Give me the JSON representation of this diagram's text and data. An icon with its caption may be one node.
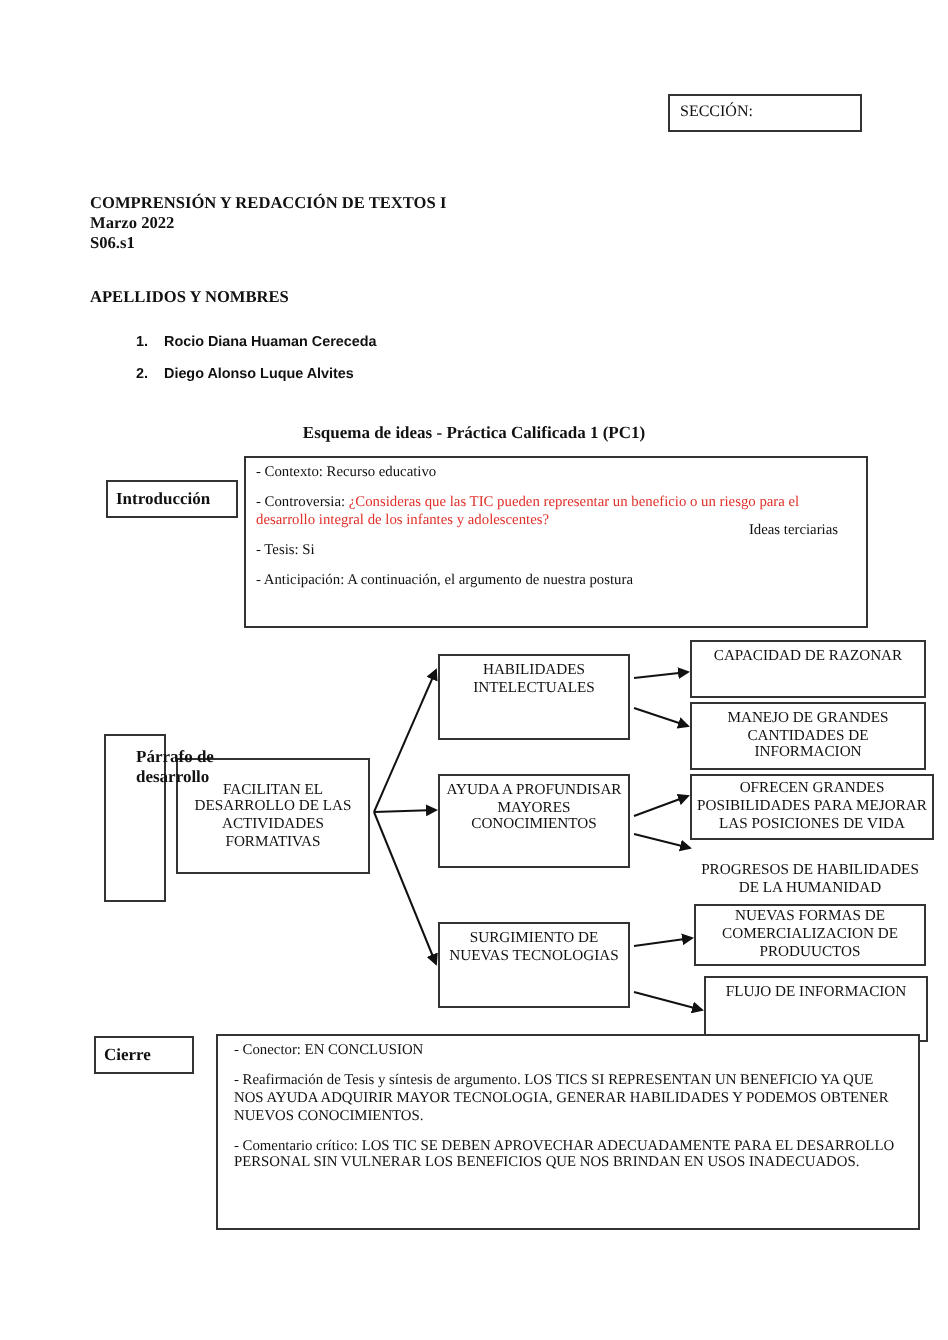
{
  "diagram": {
    "title": "Esquema de ideas - Práctica Calificada 1 (PC1)",
    "nodes": [
      {
        "text": [
          "SECCIÓN:"
        ]
      },
      {
        "text": [
          "Introducción"
        ]
      },
      {
        "text": [
          "- Contexto: Recurso educativo",
          "- Controversia:",
          "¿Consideras que las TIC pueden representar un beneficio o un riesgo para el desarrollo integral de los infantes y adolescentes?",
          "Ideas terciarias",
          "- Tesis: Si",
          "- Anticipación: A continuación, el argumento de nuestra postura"
        ]
      },
      {
        "text": [
          "Párrafo de desarrollo"
        ]
      },
      {
        "text": [
          "FACILITAN EL DESARROLLO DE LAS ACTIVIDADES FORMATIVAS"
        ]
      },
      {
        "text": [
          "HABILIDADES INTELECTUALES"
        ]
      },
      {
        "text": [
          "AYUDA A PROFUNDISAR MAYORES CONOCIMIENTOS"
        ]
      },
      {
        "text": [
          "SURGIMIENTO DE NUEVAS TECNOLOGIAS"
        ]
      },
      {
        "text": [
          "CAPACIDAD DE RAZONAR"
        ]
      },
      {
        "text": [
          "MANEJO DE GRANDES CANTIDADES DE INFORMACION"
        ]
      },
      {
        "text": [
          "OFRECEN GRANDES POSIBILIDADES PARA MEJORAR LAS POSICIONES DE VIDA"
        ]
      },
      {
        "text": [
          "PROGRESOS DE HABILIDADES DE LA HUMANIDAD"
        ]
      },
      {
        "text": [
          "NUEVAS FORMAS DE COMERCIALIZACION DE PRODUUCTOS"
        ]
      },
      {
        "text": [
          "FLUJO DE INFORMACION"
        ]
      },
      {
        "text": [
          "Cierre"
        ]
      },
      {
        "text": [
          "- Conector: EN CONCLUSION",
          "- Reafirmación de Tesis y síntesis de argumento. LOS TICS SI REPRESENTAN UN BENEFICIO YA QUE NOS AYUDA ADQUIRIR MAYOR TECNOLOGIA, GENERAR HABILIDADES Y PODEMOS OBTENER NUEVOS CONOCIMIENTOS.",
          "- Comentario crítico:  LOS TIC SE DEBEN APROVECHAR ADECUADAMENTE PARA EL DESARROLLO PERSONAL SIN VULNERAR  LOS BENEFICIOS QUE NOS BRINDAN EN USOS INADECUADOS."
        ]
      }
    ],
    "edges": [
      {
        "from": 4,
        "to": 5,
        "arrow": "to"
      },
      {
        "from": 4,
        "to": 6,
        "arrow": "to"
      },
      {
        "from": 4,
        "to": 7,
        "arrow": "to"
      },
      {
        "from": 5,
        "to": 8,
        "arrow": "to"
      },
      {
        "from": 5,
        "to": 9,
        "arrow": "to"
      },
      {
        "from": 6,
        "to": 10,
        "arrow": "to"
      },
      {
        "from": 6,
        "to": 11,
        "arrow": "to"
      },
      {
        "from": 7,
        "to": 12,
        "arrow": "to"
      },
      {
        "from": 7,
        "to": 13,
        "arrow": "to"
      }
    ],
    "labels": [
      "COMPRENSIÓN Y REDACCIÓN DE TEXTOS I",
      "Marzo 2022",
      "S06.s1",
      "APELLIDOS Y NOMBRES",
      "1.",
      "Rocio Diana Huaman Cereceda",
      "2.",
      "Diego Alonso Luque Alvites"
    ]
  }
}
